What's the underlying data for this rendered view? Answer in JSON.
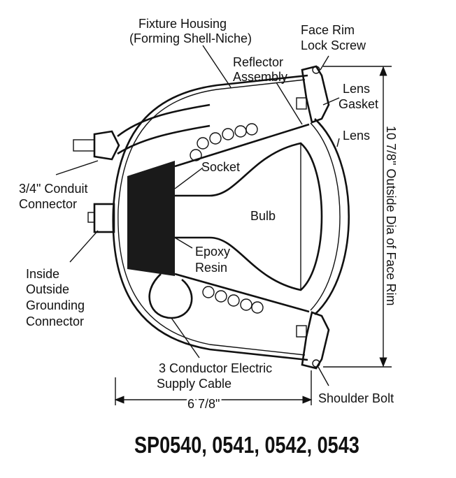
{
  "labels": {
    "fixture_housing": [
      "Fixture Housing",
      "(Forming Shell-Niche)"
    ],
    "face_rim_lock_screw": [
      "Face Rim",
      "Lock Screw"
    ],
    "reflector_assembly": [
      "Reflector",
      "Assembly"
    ],
    "lens_gasket": [
      "Lens",
      "Gasket"
    ],
    "lens": "Lens",
    "socket": "Socket",
    "conduit_connector": [
      "3/4\" Conduit",
      "Connector"
    ],
    "bulb": "Bulb",
    "epoxy_resin": [
      "Epoxy",
      "Resin"
    ],
    "grounding_connector": [
      "Inside",
      "Outside",
      "Grounding",
      "Connector"
    ],
    "supply_cable": [
      "3 Conductor Electric",
      "Supply Cable"
    ],
    "shoulder_bolt": "Shoulder Bolt"
  },
  "dimensions": {
    "depth": "6 7/8\"",
    "face_rim_diameter": "10 7/8\" Outside Dia of Face Rim"
  },
  "title": "SP0540, 0541, 0542, 0543"
}
